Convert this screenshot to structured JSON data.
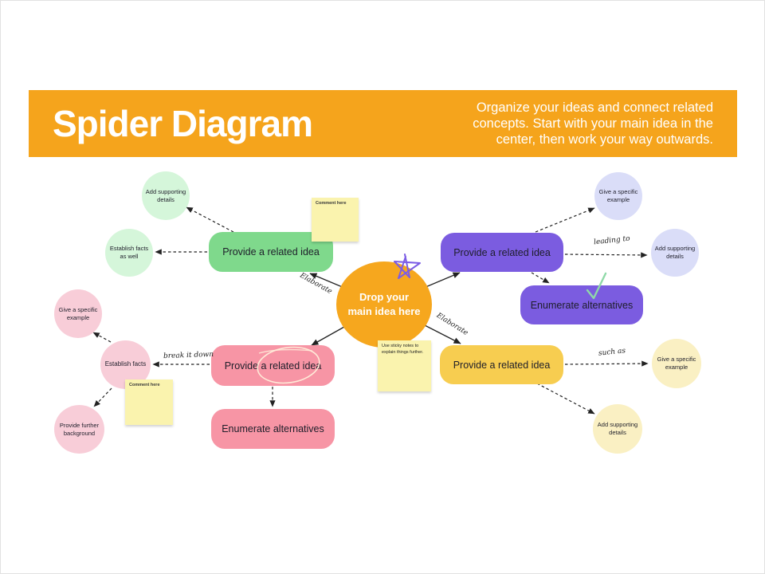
{
  "header": {
    "title": "Spider Diagram",
    "description": "Organize your ideas and connect related concepts. Start with your main idea in the center, then work your way outwards."
  },
  "center": {
    "label": "Drop your main idea here",
    "sticky": "Use sticky notes to explain things further."
  },
  "branches": {
    "green": {
      "box": "Provide a related idea",
      "circle1": "Add supporting details",
      "circle2": "Establish facts as well",
      "sticky": "Comment here",
      "annotation": "Elaborate"
    },
    "pink": {
      "box": "Provide a related idea",
      "box2": "Enumerate alternatives",
      "circle1": "Give a specific example",
      "circle2": "Establish facts",
      "circle3": "Provide further background",
      "sticky": "Comment here",
      "annotation": "break it down"
    },
    "purple": {
      "box": "Provide a related idea",
      "box2": "Enumerate alternatives",
      "circle1": "Give a specific example",
      "circle2": "Add supporting details",
      "annotation": "leading to"
    },
    "yellow": {
      "box": "Provide a related idea",
      "circle1": "Give a specific example",
      "circle2": "Add supporting details",
      "annotation_spoke": "Elaborate",
      "annotation": "such as"
    }
  },
  "colors": {
    "header_orange": "#F5A41C",
    "center_orange": "#F6A71E",
    "green_box": "#7FD98C",
    "green_circle": "#D5F6DA",
    "pink_box": "#F795A5",
    "pink_circle": "#F8CDD8",
    "purple_box": "#7B5CE0",
    "purple_circle": "#DADDF8",
    "yellow_box": "#F7CD50",
    "yellow_circle": "#FAF0C3",
    "sticky_yellow": "#FAF3AE",
    "star_doodle": "#7B5CE5",
    "check_doodle": "#8FD9A8"
  }
}
